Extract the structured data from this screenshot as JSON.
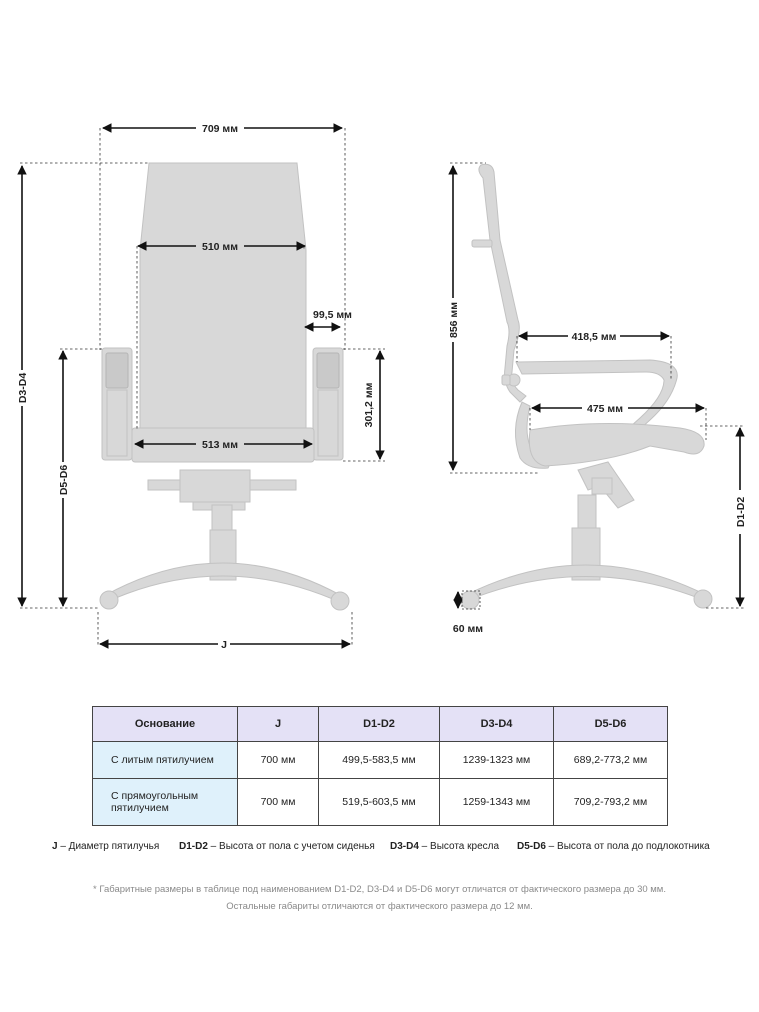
{
  "dimensions": {
    "width_overall": "709 мм",
    "back_width": "510 мм",
    "seat_width": "513 мм",
    "arm_width": "99,5 мм",
    "arm_height": "301,2 мм",
    "d3d4": "D3-D4",
    "d5d6": "D5-D6",
    "j": "J",
    "back_height": "856 мм",
    "depth_top": "418,5 мм",
    "seat_depth": "475 мм",
    "d1d2": "D1-D2",
    "wheel": "60 мм"
  },
  "table": {
    "headers": [
      "Основание",
      "J",
      "D1-D2",
      "D3-D4",
      "D5-D6"
    ],
    "rows": [
      [
        "С литым пятилучием",
        "700 мм",
        "499,5-583,5 мм",
        "1239-1323 мм",
        "689,2-773,2 мм"
      ],
      [
        "С прямоугольным пятилучием",
        "700 мм",
        "519,5-603,5 мм",
        "1259-1343 мм",
        "709,2-793,2 мм"
      ]
    ]
  },
  "legend": [
    {
      "key": "J",
      "text": " – Диаметр пятилучья"
    },
    {
      "key": "D1-D2",
      "text": " – Высота от пола с учетом сиденья"
    },
    {
      "key": "D3-D4",
      "text": " – Высота кресла"
    },
    {
      "key": "D5-D6",
      "text": " – Высота от пола до подлокотника"
    }
  ],
  "footnote": {
    "line1": "* Габаритные размеры в таблице под наименованием D1-D2, D3-D4 и D5-D6 могут отличатся от фактического размера до 30 мм.",
    "line2": "Остальные габариты отличаются от фактического размера до 12 мм."
  }
}
